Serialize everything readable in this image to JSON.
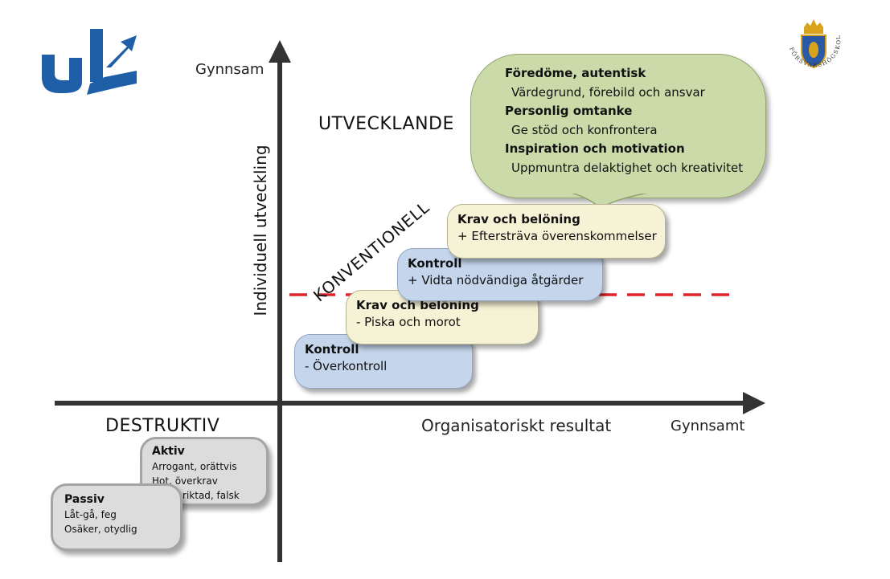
{
  "colors": {
    "axis": "#333333",
    "dashed_line": "#e0232b",
    "green_box": "#cbdaa9",
    "blue_box": "#c5d6ec",
    "cream_box": "#f6f2d6",
    "grey_box": "#dcdcdc",
    "logo_blue": "#1f5fa8",
    "seal_gold": "#d9a21b",
    "seal_blue": "#2a5aa5"
  },
  "logos": {
    "left": {
      "icon": "ul-logo-icon"
    },
    "right": {
      "icon": "forsvarshogskolan-seal-icon",
      "ring_text": "FÖRSVARSHÖGSKOLAN"
    }
  },
  "axes": {
    "y_top_label": "Gynnsam",
    "y_title": "Individuell utveckling",
    "x_title": "Organisatoriskt resultat",
    "x_end_label": "Gynnsamt"
  },
  "zones": {
    "utvecklande": "UTVECKLANDE",
    "konventionell": "KONVENTIONELL",
    "destruktiv": "DESTRUKTIV"
  },
  "utvecklande_box": {
    "items": [
      {
        "title": "Föredöme, autentisk",
        "desc": "Värdegrund, förebild och ansvar"
      },
      {
        "title": "Personlig omtanke",
        "desc": "Ge stöd och konfrontera"
      },
      {
        "title": "Inspiration och motivation",
        "desc": "Uppmuntra delaktighet och kreativitet"
      }
    ]
  },
  "konventionell_boxes": [
    {
      "title": "Krav och belöning",
      "desc": "+ Eftersträva överenskommelser"
    },
    {
      "title": "Kontroll",
      "desc": "+ Vidta nödvändiga åtgärder"
    },
    {
      "title": "Krav och belöning",
      "desc": "- Piska och morot"
    },
    {
      "title": "Kontroll",
      "desc": "- Överkontroll"
    }
  ],
  "destruktiv_boxes": {
    "aktiv": {
      "title": "Aktiv",
      "lines": [
        "Arrogant, orättvis",
        "Hot, överkrav",
        "Ego-inriktad, falsk"
      ]
    },
    "passiv": {
      "title": "Passiv",
      "lines": [
        "Låt-gå, feg",
        "Osäker, otydlig"
      ]
    }
  }
}
